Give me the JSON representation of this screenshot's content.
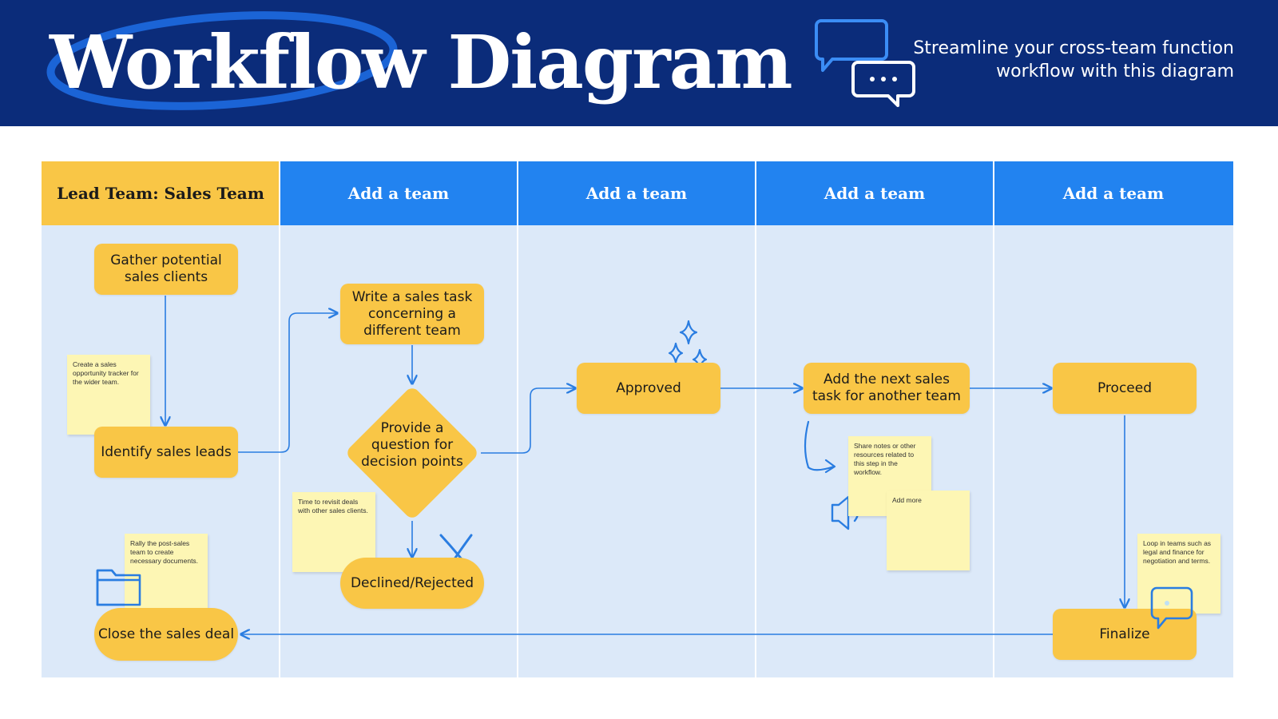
{
  "header": {
    "title": "Workflow Diagram",
    "subtitle": "Streamline your cross-team function workflow with this diagram"
  },
  "lanes": [
    {
      "label": "Lead Team: Sales Team"
    },
    {
      "label": "Add a team"
    },
    {
      "label": "Add a team"
    },
    {
      "label": "Add a team"
    },
    {
      "label": "Add a team"
    }
  ],
  "nodes": {
    "gather": "Gather potential sales clients",
    "identify": "Identify sales leads",
    "close": "Close the sales deal",
    "write": "Write a sales task concerning a different team",
    "decision": "Provide a question for decision points",
    "declined": "Declined/Rejected",
    "approved": "Approved",
    "next_task": "Add the next sales task for another team",
    "proceed": "Proceed",
    "finalize": "Finalize"
  },
  "notes": {
    "tracker": "Create a sales opportunity tracker for the wider team.",
    "revisit": "Time to revisit deals with other sales clients.",
    "rally": "Rally the post-sales team to create necessary documents.",
    "share": "Share notes or other resources related to this step in the workflow.",
    "add_more": "Add more",
    "loop": "Loop in teams such as legal and finance for negotiation and terms."
  },
  "colors": {
    "header_bg": "#0b2c7a",
    "lane_head": "#2283f0",
    "lead_head": "#f9c646",
    "board_bg": "#dce9f9",
    "node": "#f9c646",
    "note": "#fdf6b4",
    "line": "#2a7de1"
  },
  "icons": [
    "chat-bubbles-icon",
    "sparkle-icon",
    "folder-icon",
    "speaker-icon",
    "chat-bubble-icon",
    "x-mark-icon"
  ]
}
